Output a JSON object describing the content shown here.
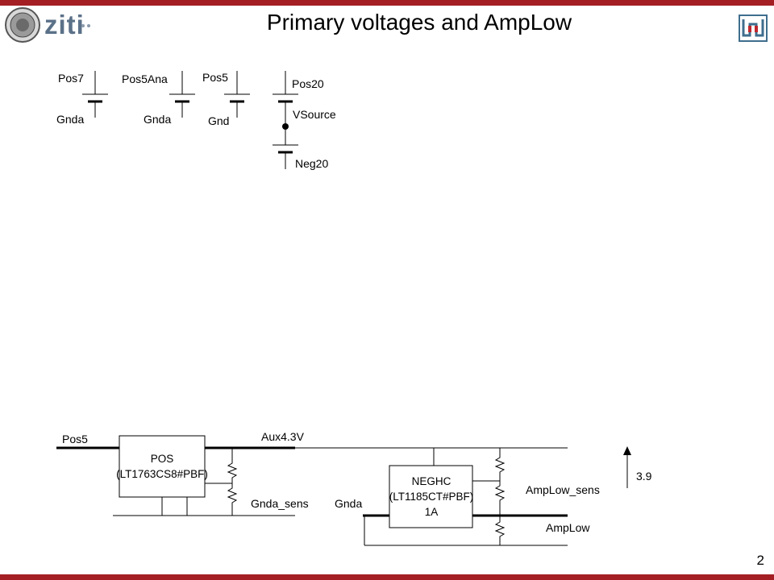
{
  "header": {
    "title": "Primary voltages and AmpLow",
    "logo_text": "ziti",
    "page_number": "2"
  },
  "colors": {
    "accent_bar": "#a31f24",
    "logo_blue": "#5b7188"
  },
  "sources": [
    {
      "top": "Pos7",
      "bottom": "Gnda"
    },
    {
      "top": "Pos5Ana",
      "bottom": "Gnda"
    },
    {
      "top": "Pos5",
      "bottom": "Gnd"
    },
    {
      "top": "Pos20",
      "middle": "VSource",
      "bottom": "Neg20"
    }
  ],
  "regulators": {
    "pos": {
      "name": "POS",
      "part": "(LT1763CS8#PBF)"
    },
    "neg": {
      "name": "NEGHC",
      "part": "(LT1185CT#PBF)",
      "rating": "1A"
    }
  },
  "nets": {
    "pos5": "Pos5",
    "aux": "Aux4.3V",
    "gnda_sens": "Gnda_sens",
    "gnda": "Gnda",
    "amplow_sens": "AmpLow_sens",
    "amplow": "AmpLow",
    "arrow_value": "3.9"
  }
}
